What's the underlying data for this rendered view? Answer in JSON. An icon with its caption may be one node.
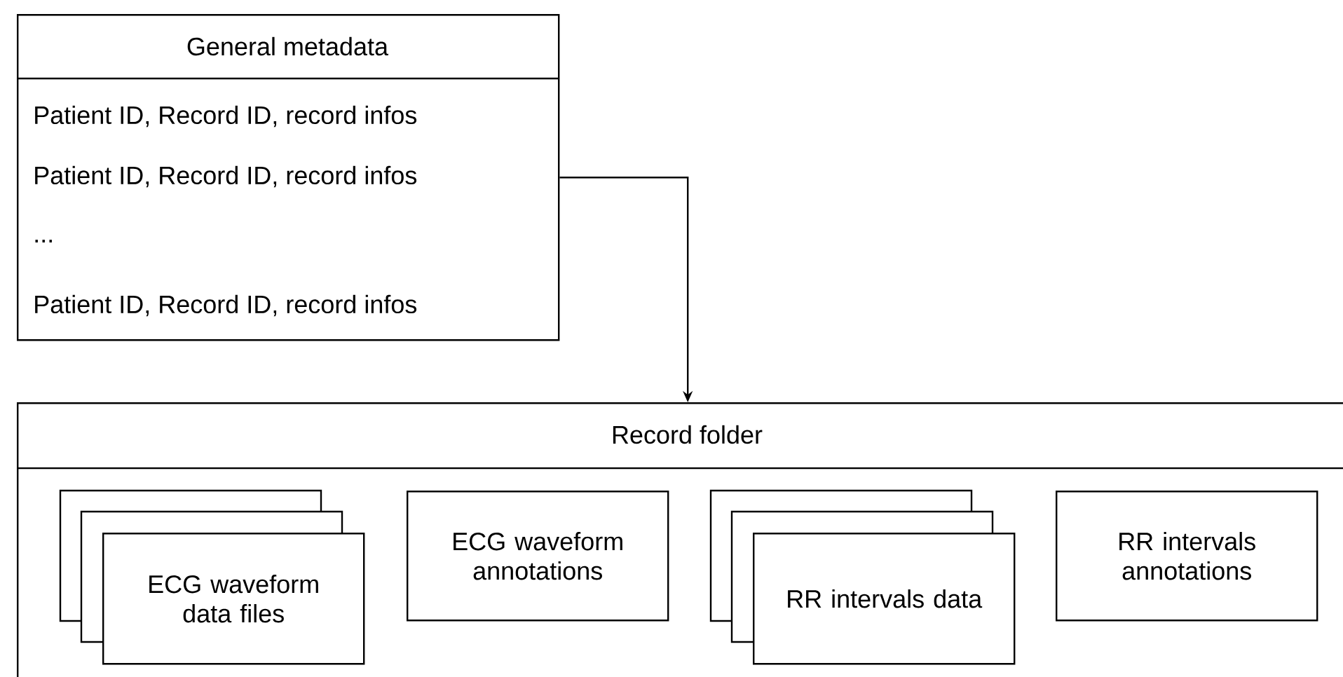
{
  "diagram": {
    "nodes": [
      {
        "text": [
          "General metadata",
          "Patient ID, Record ID, record infos",
          "Patient ID, Record ID, record infos",
          "...",
          "Patient ID, Record ID, record infos"
        ]
      },
      {
        "text": [
          "Record folder"
        ]
      },
      {
        "text": [
          "ECG waveform data files"
        ],
        "in": 1
      },
      {
        "text": [
          "ECG waveform annotations"
        ],
        "in": 1
      },
      {
        "text": [
          "RR intervals data"
        ],
        "in": 1
      },
      {
        "text": [
          "RR intervals annotations"
        ],
        "in": 1
      }
    ],
    "edges": [
      {
        "from": 0,
        "to": 1,
        "arrow": "to"
      }
    ]
  }
}
